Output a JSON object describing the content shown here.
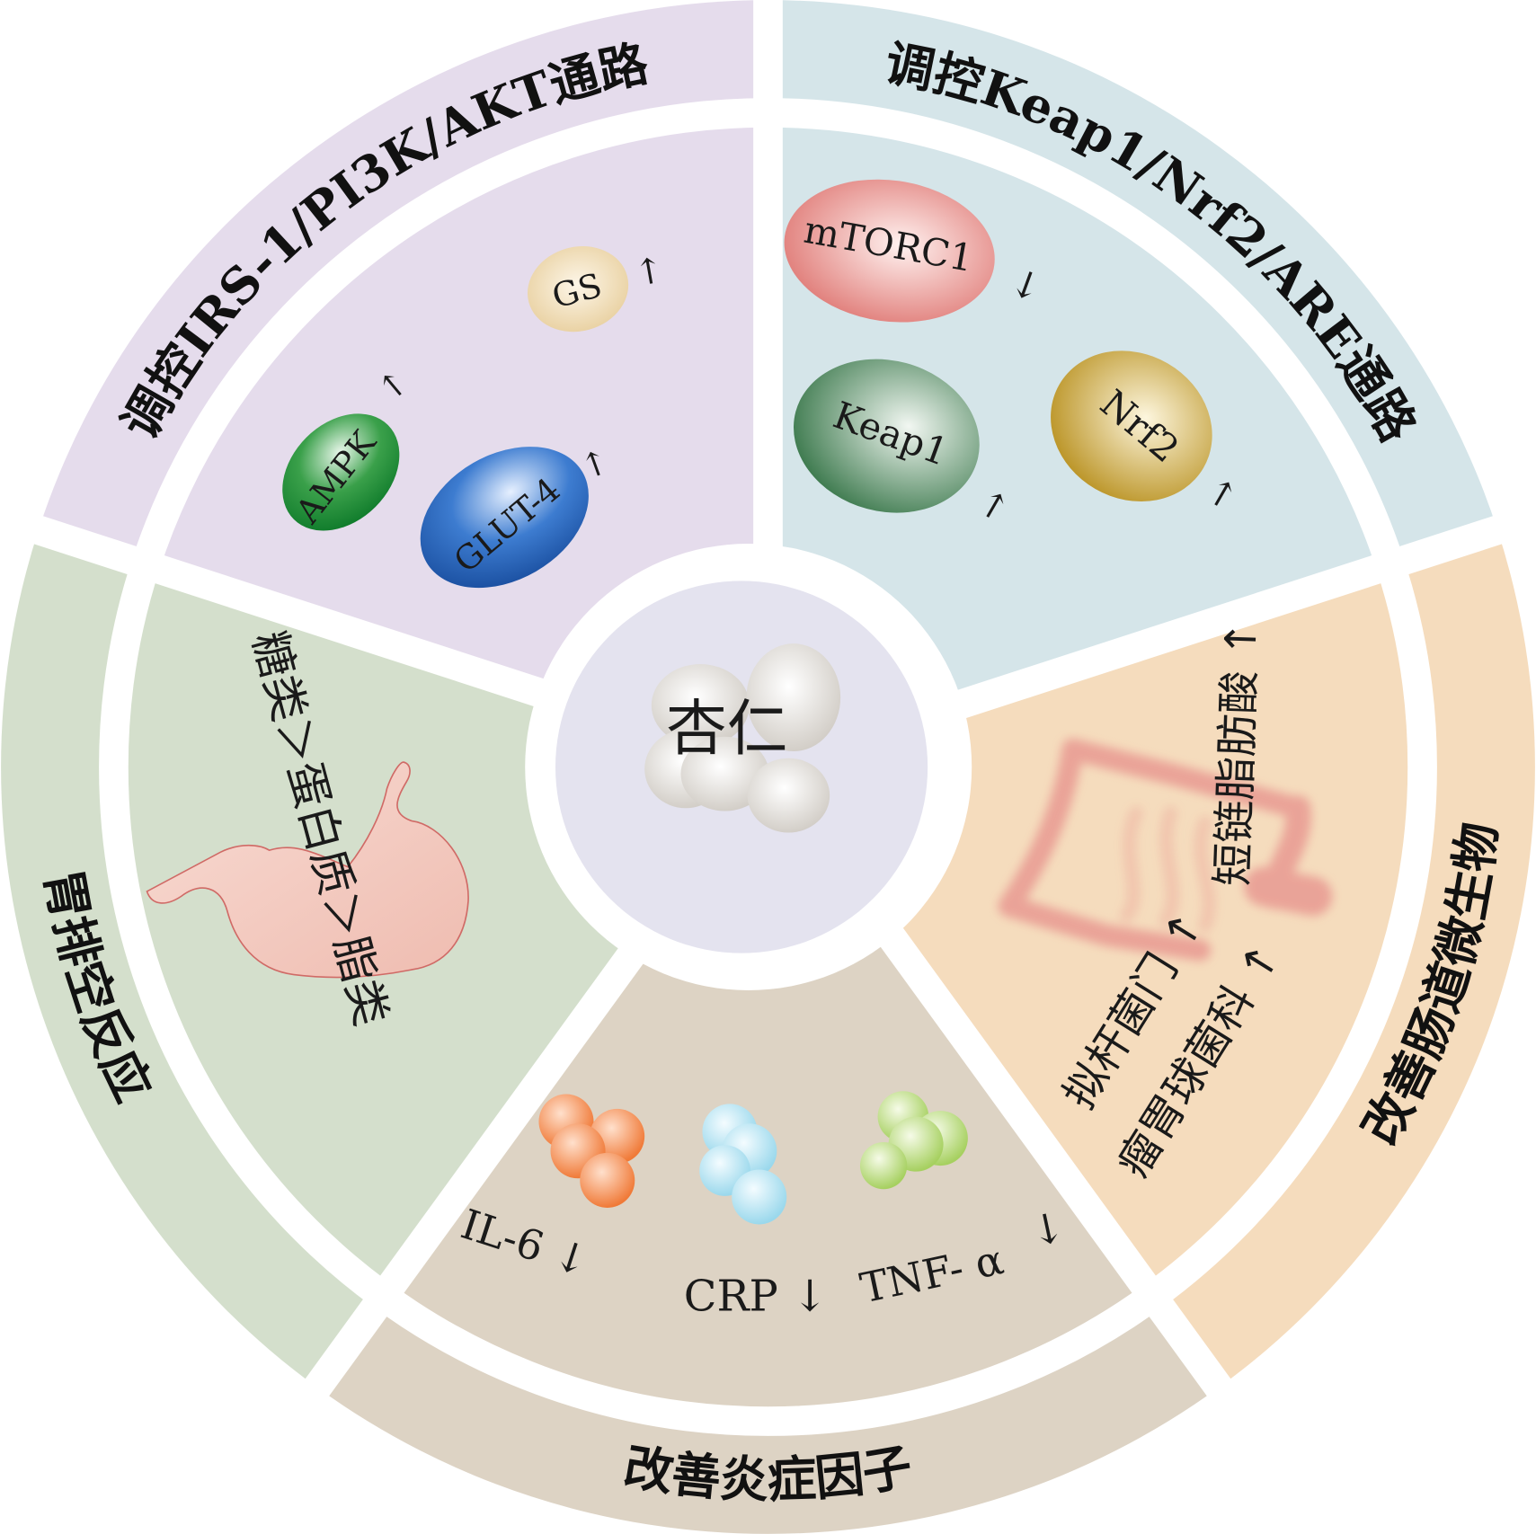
{
  "center": {
    "label": "杏仁"
  },
  "sectors": {
    "insulin": {
      "title": "调控IRS-1/PI3K/AKT通路",
      "color": "#e5dcec",
      "items": [
        {
          "label": "AMPK",
          "arrow": "↑"
        },
        {
          "label": "GLUT-4",
          "arrow": "↑"
        },
        {
          "label": "GS",
          "arrow": "↑"
        }
      ]
    },
    "oxidative": {
      "title": "调控Keap1/Nrf2/ARE通路",
      "color": "#d5e5e9",
      "items": [
        {
          "label": "mTORC1",
          "arrow": "↓"
        },
        {
          "label": "Keap1",
          "arrow": "↑"
        },
        {
          "label": "Nrf2",
          "arrow": "↑"
        }
      ]
    },
    "microbiota": {
      "title": "改善肠道微生物",
      "color": "#f5dcbd",
      "items": [
        {
          "label": "短链脂肪酸",
          "arrow": "↑"
        },
        {
          "label": "拟杆菌门",
          "arrow": "↑"
        },
        {
          "label": "瘤胃球菌科",
          "arrow": "↑"
        }
      ]
    },
    "inflammation": {
      "title": "改善炎症因子",
      "color": "#ddd3c4",
      "items": [
        {
          "label": "IL-6",
          "arrow": "↓"
        },
        {
          "label": "CRP",
          "arrow": "↓"
        },
        {
          "label": "TNF- α",
          "arrow": "↓"
        }
      ]
    },
    "gastric": {
      "title": "胃排空反应",
      "color": "#d4dfcc",
      "order": "糖类＞蛋白质＞脂类"
    }
  }
}
